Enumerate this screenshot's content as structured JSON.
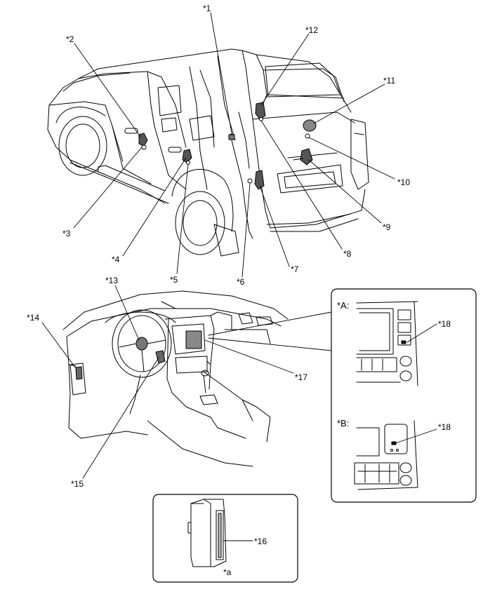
{
  "callouts": {
    "c1": "*1",
    "c2": "*2",
    "c3": "*3",
    "c4": "*4",
    "c5": "*5",
    "c6": "*6",
    "c7": "*7",
    "c8": "*8",
    "c9": "*9",
    "c10": "*10",
    "c11": "*11",
    "c12": "*12",
    "c13": "*13",
    "c14": "*14",
    "c15": "*15",
    "c16": "*16",
    "c17": "*17"
  },
  "inset_ab": {
    "a_title": "*A:",
    "a_label": "*18",
    "b_title": "*B:",
    "b_label": "*18"
  },
  "inset_a": {
    "caption": "*a"
  }
}
